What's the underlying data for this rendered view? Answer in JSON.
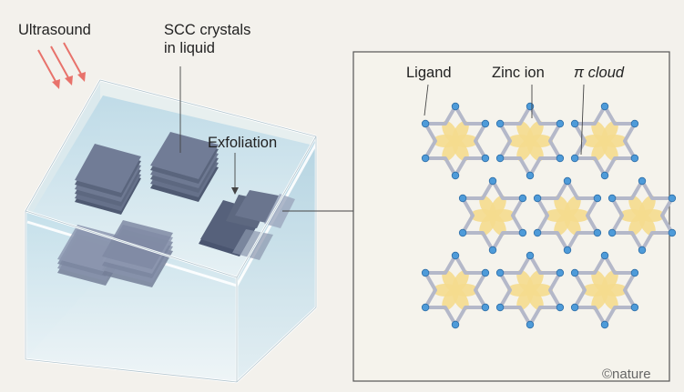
{
  "labels": {
    "ultrasound": "Ultrasound",
    "crystals_line1": "SCC crystals",
    "crystals_line2": "in liquid",
    "exfoliation": "Exfoliation",
    "ligand": "Ligand",
    "zinc_ion": "Zinc ion",
    "pi_cloud": "π cloud",
    "credit": "©nature"
  },
  "colors": {
    "background": "#f3f1ec",
    "arrow": "#e8726b",
    "liquid": "#cfe6ef",
    "ligand": "#b4b8c9",
    "zinc": "#4e9bd9",
    "pi_cloud": "#f5dc8e",
    "sheet": "#5d6880"
  }
}
